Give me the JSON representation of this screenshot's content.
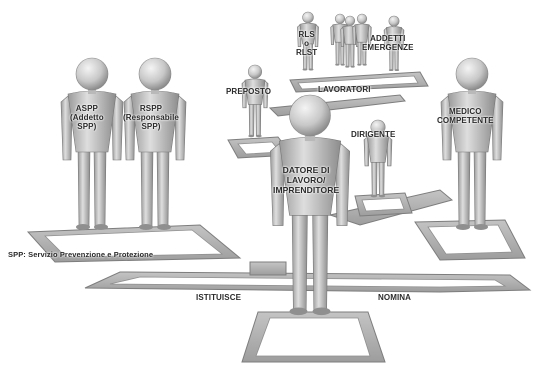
{
  "roles": {
    "rls": [
      "RLS",
      "o",
      "RLST"
    ],
    "addetti": [
      "ADDETTI",
      "EMERGENZE"
    ],
    "preposto": [
      "PREPOSTO"
    ],
    "lavoratori": [
      "LAVORATORI"
    ],
    "aspp": [
      "ASPP",
      "(Addetto",
      "SPP)"
    ],
    "rspp": [
      "RSPP",
      "(Responsabile",
      "SPP)"
    ],
    "dirigente": [
      "DIRIGENTE"
    ],
    "medico": [
      "MEDICO",
      "COMPETENTE"
    ],
    "datore": [
      "DATORE DI",
      "LAVORO/",
      "IMPRENDITORE"
    ]
  },
  "spp_caption": "SPP: Servizio Prevenzione e Protezione",
  "relations": {
    "istituisce": "ISTITUISCE",
    "nomina": "NOMINA"
  },
  "colors": {
    "figure": "#c9c9c9",
    "figure_shade": "#8e8e8e",
    "path": "#b5b5b5",
    "path_edge": "#7d7d7d",
    "text": "#2b2b2b"
  }
}
